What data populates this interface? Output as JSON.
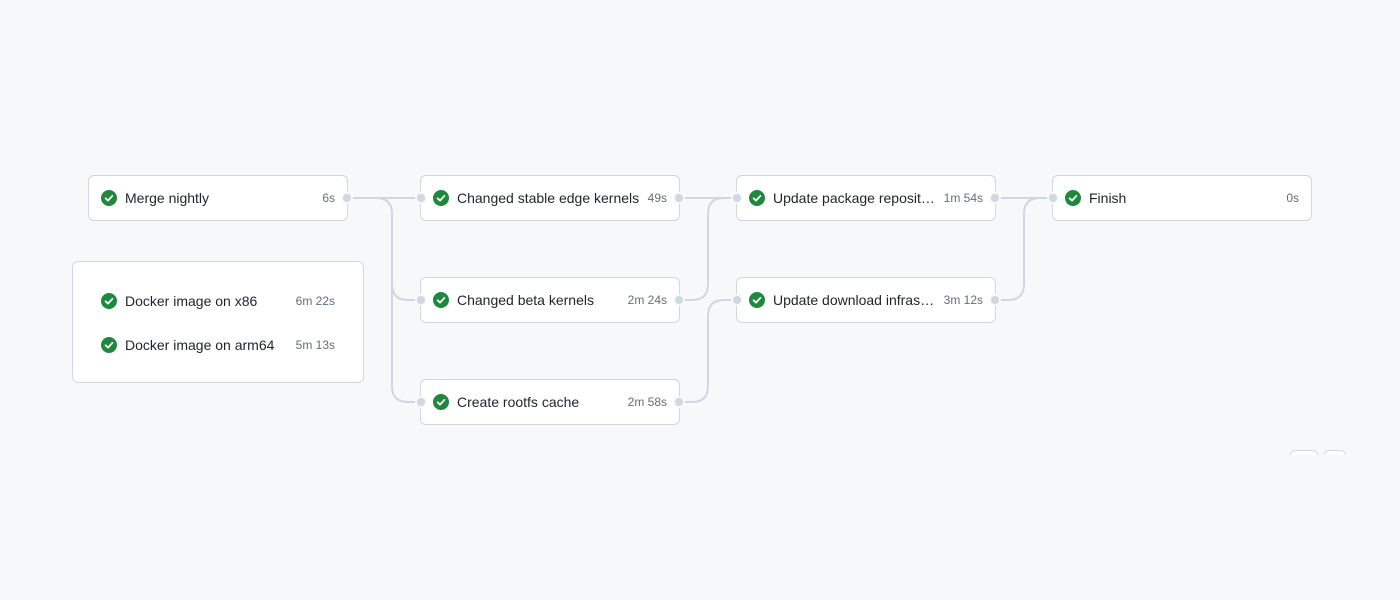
{
  "colors": {
    "success": "#1f883d",
    "edge": "#d0d7de",
    "card_border": "#d0d7de"
  },
  "jobs": {
    "merge_nightly": {
      "name": "Merge nightly",
      "duration": "6s",
      "status": "success",
      "icon": "check-circle-icon"
    },
    "changed_stable_edge_kernels": {
      "name": "Changed stable edge kernels",
      "duration": "49s",
      "status": "success",
      "icon": "check-circle-icon"
    },
    "changed_beta_kernels": {
      "name": "Changed beta kernels",
      "duration": "2m 24s",
      "status": "success",
      "icon": "check-circle-icon"
    },
    "create_rootfs_cache": {
      "name": "Create rootfs cache",
      "duration": "2m 58s",
      "status": "success",
      "icon": "check-circle-icon"
    },
    "update_package_repository": {
      "name": "Update package reposit…",
      "duration": "1m 54s",
      "status": "success",
      "icon": "check-circle-icon"
    },
    "update_download_infrastructure": {
      "name": "Update download infrast…",
      "duration": "3m 12s",
      "status": "success",
      "icon": "check-circle-icon"
    },
    "finish": {
      "name": "Finish",
      "duration": "0s",
      "status": "success",
      "icon": "check-circle-icon"
    }
  },
  "docker_group": {
    "items": [
      {
        "name": "Docker image on x86",
        "duration": "6m 22s",
        "status": "success",
        "icon": "check-circle-icon"
      },
      {
        "name": "Docker image on arm64",
        "duration": "5m 13s",
        "status": "success",
        "icon": "check-circle-icon"
      }
    ]
  }
}
